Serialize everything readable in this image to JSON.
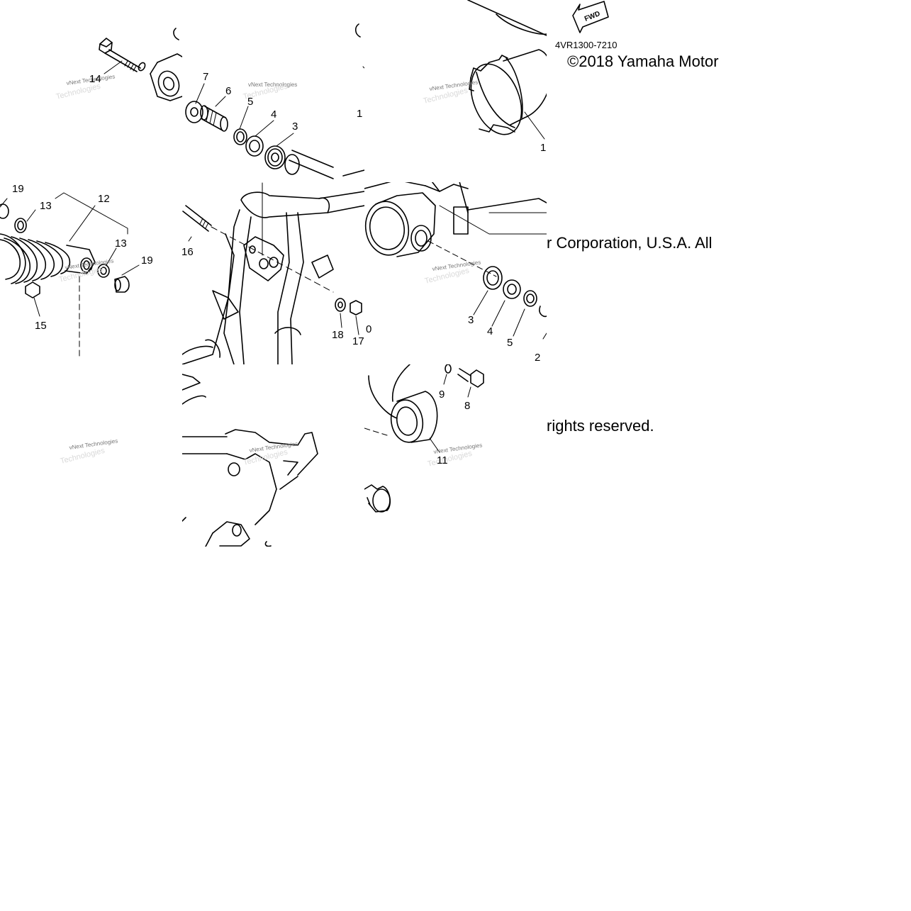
{
  "diagram": {
    "part_labels": [
      {
        "id": "p14",
        "text": "14"
      },
      {
        "id": "p7",
        "text": "7"
      },
      {
        "id": "p6",
        "text": "6"
      },
      {
        "id": "p5a",
        "text": "5"
      },
      {
        "id": "p4a",
        "text": "4"
      },
      {
        "id": "p3a",
        "text": "3"
      },
      {
        "id": "p1a",
        "text": "1"
      },
      {
        "id": "p1b",
        "text": "1"
      },
      {
        "id": "p19a",
        "text": "19"
      },
      {
        "id": "p13a",
        "text": "13"
      },
      {
        "id": "p12",
        "text": "12"
      },
      {
        "id": "p13b",
        "text": "13"
      },
      {
        "id": "p19b",
        "text": "19"
      },
      {
        "id": "p15",
        "text": "15"
      },
      {
        "id": "p16",
        "text": "16"
      },
      {
        "id": "p18",
        "text": "18"
      },
      {
        "id": "p0",
        "text": "0"
      },
      {
        "id": "p17",
        "text": "17"
      },
      {
        "id": "p3b",
        "text": "3"
      },
      {
        "id": "p4b",
        "text": "4"
      },
      {
        "id": "p5b",
        "text": "5"
      },
      {
        "id": "p2",
        "text": "2"
      },
      {
        "id": "p9",
        "text": "9"
      },
      {
        "id": "p8",
        "text": "8"
      },
      {
        "id": "p11",
        "text": "11"
      }
    ],
    "watermark": "vNext Technologies",
    "fwd_label": "FWD",
    "diagram_code": "4VR1300-7210",
    "copyright": {
      "line1": "©2018 Yamaha Motor",
      "line2": "r Corporation, U.S.A. All",
      "line3": "rights reserved."
    }
  }
}
